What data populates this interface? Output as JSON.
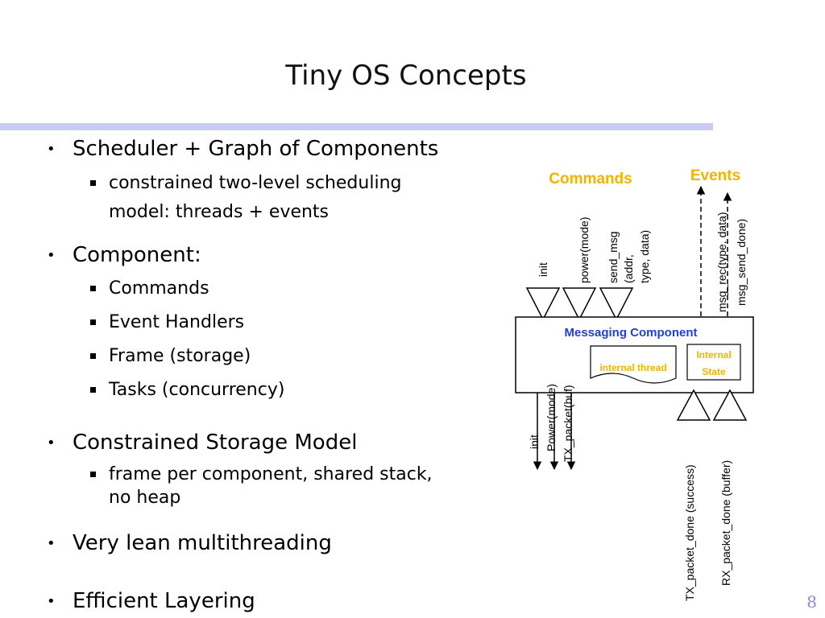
{
  "slide": {
    "title": "Tiny OS Concepts",
    "page_number": "8"
  },
  "bullets": [
    {
      "text": "Scheduler + Graph of Components",
      "sub": [
        {
          "lines": [
            "constrained two-level scheduling",
            "model: threads + events"
          ]
        }
      ]
    },
    {
      "text": "Component:",
      "sub": [
        {
          "lines": [
            "Commands"
          ]
        },
        {
          "lines": [
            "Event Handlers"
          ]
        },
        {
          "lines": [
            "Frame (storage)"
          ]
        },
        {
          "lines": [
            "Tasks (concurrency)"
          ]
        }
      ]
    },
    {
      "text": "Constrained Storage Model",
      "sub": [
        {
          "lines": [
            "frame per component, shared stack,",
            "no heap"
          ]
        }
      ]
    },
    {
      "text": "Very lean multithreading",
      "sub": []
    },
    {
      "text": "Efficient Layering",
      "sub": []
    }
  ],
  "diagram": {
    "commands_label": "Commands",
    "events_label": "Events",
    "component_name": "Messaging Component",
    "internal_thread": "internal thread",
    "internal_state": [
      "Internal",
      "State"
    ],
    "command_inputs": [
      {
        "lines": [
          "init"
        ]
      },
      {
        "lines": [
          "power(mode)"
        ]
      },
      {
        "lines": [
          "send_msg",
          "(addr,",
          "type, data)"
        ]
      }
    ],
    "event_outputs": [
      {
        "lines": [
          "msg_rec(type, data)"
        ]
      },
      {
        "lines": [
          "msg_send_done)"
        ]
      }
    ],
    "command_outputs": [
      {
        "lines": [
          "init"
        ]
      },
      {
        "lines": [
          "Power(mode)"
        ]
      },
      {
        "lines": [
          "TX_packet(buf)"
        ]
      }
    ],
    "event_inputs": [
      {
        "lines": [
          "TX_packet_done (success)"
        ]
      },
      {
        "lines": [
          "RX_packet_done (buffer)"
        ]
      }
    ],
    "colors": {
      "commands": "#f0b400",
      "events": "#f0b400",
      "component_name": "#1f3fd6",
      "internal": "#f0b400",
      "rule": "#c9cbf3",
      "page_number": "#8a8ad8"
    }
  }
}
